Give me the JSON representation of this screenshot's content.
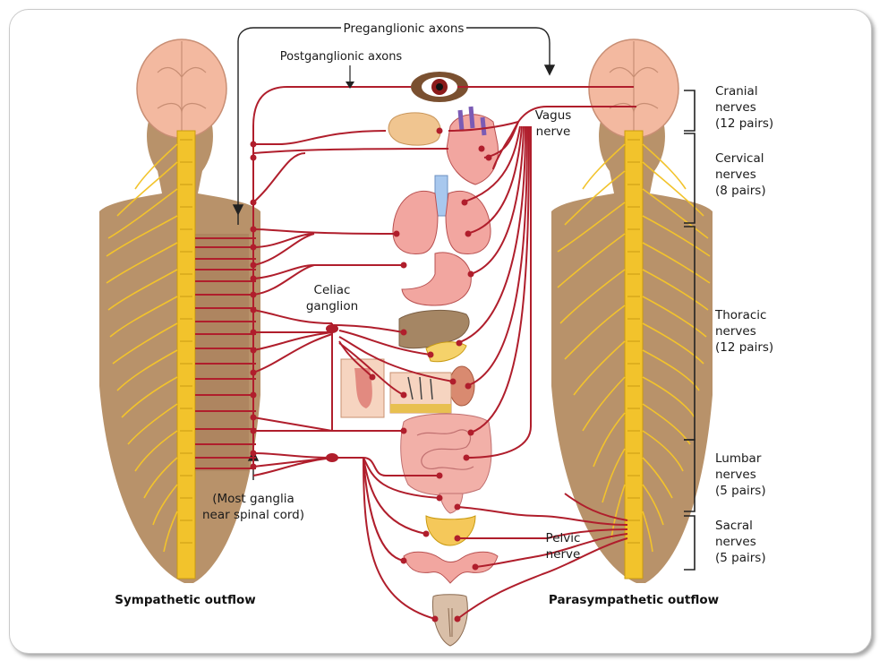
{
  "labels": {
    "preganglionic": "Preganglionic axons",
    "postganglionic": "Postganglionic axons",
    "vagus_1": "Vagus",
    "vagus_2": "nerve",
    "celiac_1": "Celiac",
    "celiac_2": "ganglion",
    "ganglia_1": "(Most ganglia",
    "ganglia_2": "near spinal cord)",
    "pelvic_1": "Pelvic",
    "pelvic_2": "nerve"
  },
  "spinal_groups": [
    {
      "line1": "Cranial",
      "line2": "nerves",
      "line3": "(12 pairs)"
    },
    {
      "line1": "Cervical",
      "line2": "nerves",
      "line3": "(8 pairs)"
    },
    {
      "line1": "Thoracic",
      "line2": "nerves",
      "line3": "(12 pairs)"
    },
    {
      "line1": "Lumbar",
      "line2": "nerves",
      "line3": "(5 pairs)"
    },
    {
      "line1": "Sacral",
      "line2": "nerves",
      "line3": "(5 pairs)"
    }
  ],
  "captions": {
    "left": "Sympathetic outflow",
    "right": "Parasympathetic outflow"
  },
  "colors": {
    "nerve": "#b01e2c",
    "skin": "#b8926a",
    "brain": "#f3b9a0",
    "spinal": "#f2c32c",
    "organ_pink": "#f2a6a0"
  }
}
